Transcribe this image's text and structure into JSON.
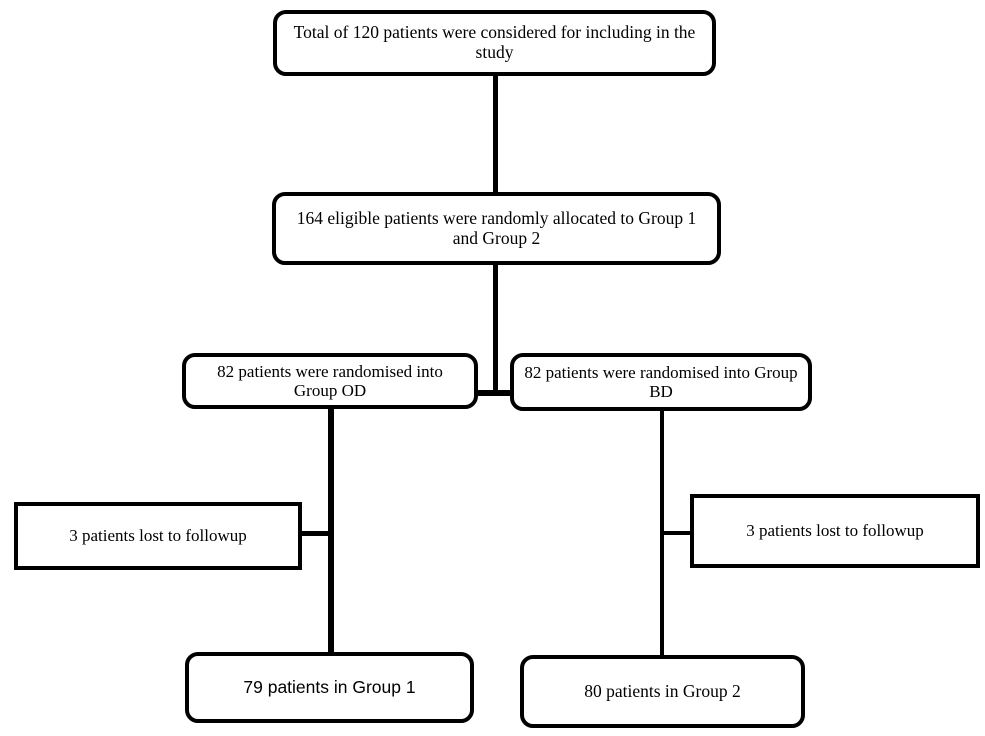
{
  "diagram": {
    "type": "flowchart",
    "title": "Patient enrolment and randomisation flow diagram",
    "background_color": "#ffffff",
    "line_color": "#000000",
    "text_color": "#000000",
    "nodes": [
      {
        "id": "total",
        "label": "Total of 120 patients were considered for including in the study",
        "shape": "rounded-rectangle",
        "font": "serif"
      },
      {
        "id": "eligible",
        "label": "164 eligible  patients were randomly allocated to Group 1 and Group 2",
        "shape": "rounded-rectangle",
        "font": "serif"
      },
      {
        "id": "group_od",
        "label": "82 patients were randomised into Group OD",
        "shape": "rounded-rectangle",
        "font": "serif"
      },
      {
        "id": "group_bd",
        "label": "82 patients were randomised into Group BD",
        "shape": "rounded-rectangle",
        "font": "serif"
      },
      {
        "id": "lost_left",
        "label": "3 patients lost to followup",
        "shape": "rectangle",
        "font": "serif"
      },
      {
        "id": "lost_right",
        "label": "3 patients lost to followup",
        "shape": "rectangle",
        "font": "serif"
      },
      {
        "id": "final_od",
        "label": "79 patients in Group 1",
        "shape": "rounded-rectangle",
        "font": "sans-serif"
      },
      {
        "id": "final_bd",
        "label": "80 patients in Group 2",
        "shape": "rounded-rectangle",
        "font": "serif"
      }
    ],
    "edges": [
      {
        "id": "total-eligible",
        "from": "total",
        "to": "eligible",
        "style": "straight"
      },
      {
        "id": "eligible-split",
        "from": "eligible",
        "to": "split-bar",
        "style": "straight"
      },
      {
        "id": "split-od",
        "from": "split-bar",
        "to": "group_od",
        "style": "orthogonal"
      },
      {
        "id": "split-bd",
        "from": "split-bar",
        "to": "group_bd",
        "style": "orthogonal"
      },
      {
        "id": "od-final",
        "from": "group_od",
        "to": "final_od",
        "style": "straight"
      },
      {
        "id": "od-lost",
        "from": "group_od",
        "to": "lost_left",
        "style": "orthogonal"
      },
      {
        "id": "bd-final",
        "from": "group_bd",
        "to": "final_bd",
        "style": "straight"
      },
      {
        "id": "bd-lost",
        "from": "group_bd",
        "to": "lost_right",
        "style": "orthogonal"
      }
    ]
  }
}
